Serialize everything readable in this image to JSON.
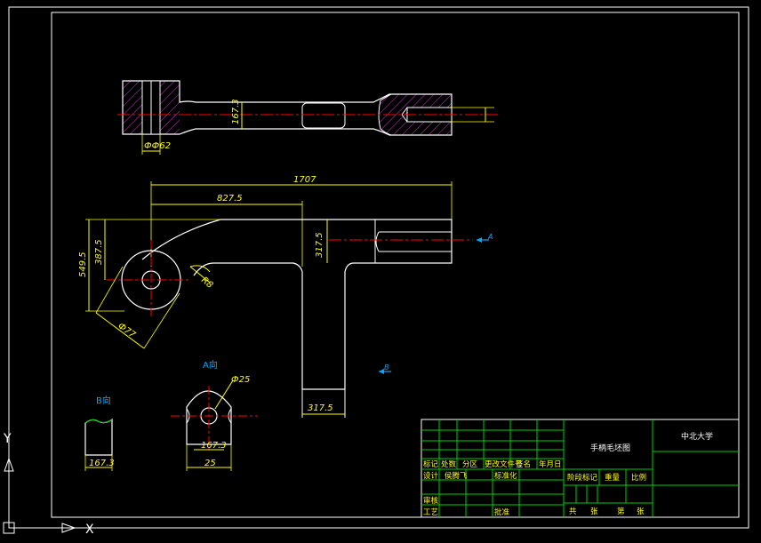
{
  "colors": {
    "background": "#000000",
    "outline": "#ffffff",
    "dimension": "#ffff00",
    "centerline": "#ff0000",
    "hatch": "#cc33cc",
    "titleblock_lines": "#00cc00",
    "ucs": "#ffffff",
    "section_marker": "#00aaff"
  },
  "dimensions": {
    "d167_top": "167.3",
    "d_slot_small": "ФФ62",
    "d1707": "1707",
    "d827": "827.5",
    "d317_vert": "317.5",
    "d317_bottom": "317.5",
    "d549": "549.5",
    "d387": "387.5",
    "r_fillet": "R8",
    "d_phi77": "Ф77",
    "d_phi25": "Ф25",
    "d167_a": "167.3",
    "d25_a": "25",
    "d167_b": "167.3"
  },
  "views": {
    "a_view_label": "A向",
    "b_view_label": "B向",
    "marker_a": "A",
    "marker_b": "B"
  },
  "title_block": {
    "drawing_name": "手柄毛坯图",
    "company": "中北大学",
    "headers": [
      "标记",
      "处数",
      "分区",
      "更改文件号",
      "签名",
      "年月日"
    ],
    "row_design": [
      "设计",
      "侯腾飞",
      "标准化"
    ],
    "stage_row": [
      "阶段标记",
      "重量",
      "比例"
    ],
    "audit": "审核",
    "process": "工艺",
    "approve": "批准",
    "total": "共",
    "sheets": "张",
    "sheet_no": "第",
    "sheet_unit": "张"
  },
  "ucs": {
    "x_label": "X",
    "y_label": "Y"
  }
}
